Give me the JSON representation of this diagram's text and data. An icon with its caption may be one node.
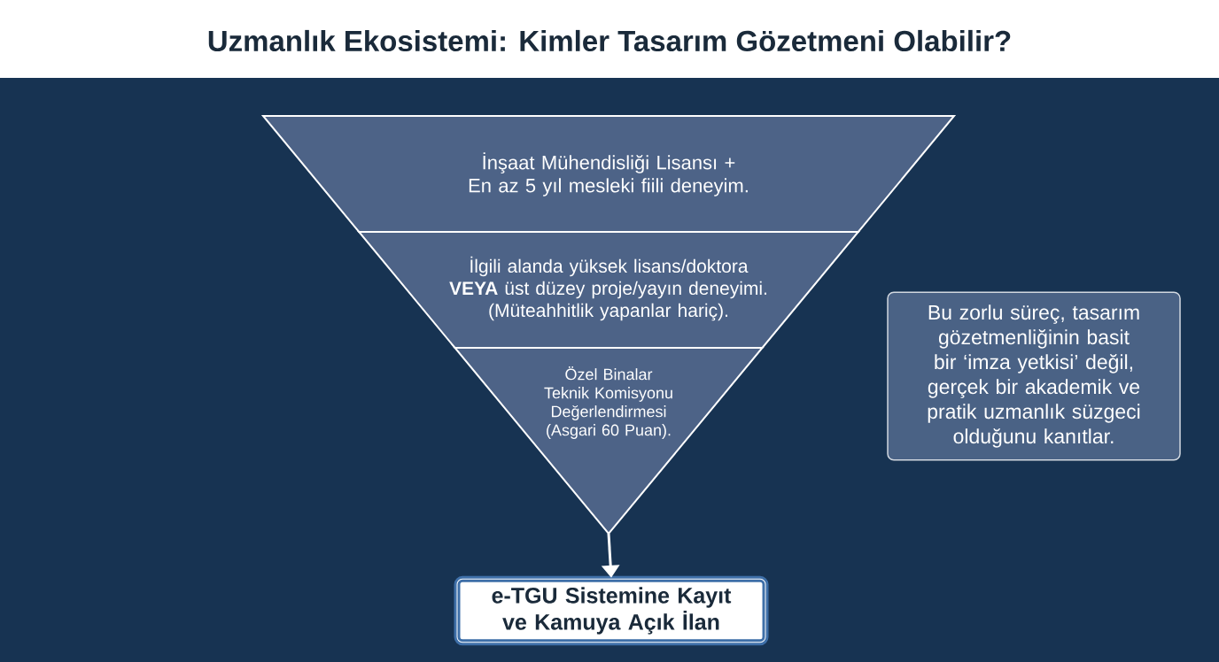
{
  "diagram": {
    "title": "Uzmanlık Ekosistemi: Kimler Tasarım Gözetmeni Olabilir?",
    "nodes": [
      {
        "text": [
          "İnşaat Mühendisliği Lisansı + En az 5 yıl mesleki fiili deneyim."
        ]
      },
      {
        "text": [
          "İlgili alanda yüksek lisans/doktora **VEYA** üst düzey proje/yayın deneyimi. (Müteahhitlik yapanlar hariç)."
        ]
      },
      {
        "text": [
          "Özel Binalar Teknik Komisyonu Değerlendirmesi (Asgari 60 Puan)."
        ]
      },
      {
        "text": [
          "e-TGU Sistemine Kayıt ve Kamuya Açık İlan"
        ]
      },
      {
        "text": [
          "Bu zorlu süreç, tasarım gözetmenliğinin basit bir ‘imza yetkisi’ değil, gerçek bir akademik ve pratik uzmanlık süzgeci olduğunu kanıtlar."
        ]
      }
    ],
    "edges": [
      {
        "from": 2,
        "to": 3,
        "arrow": "to"
      }
    ]
  }
}
